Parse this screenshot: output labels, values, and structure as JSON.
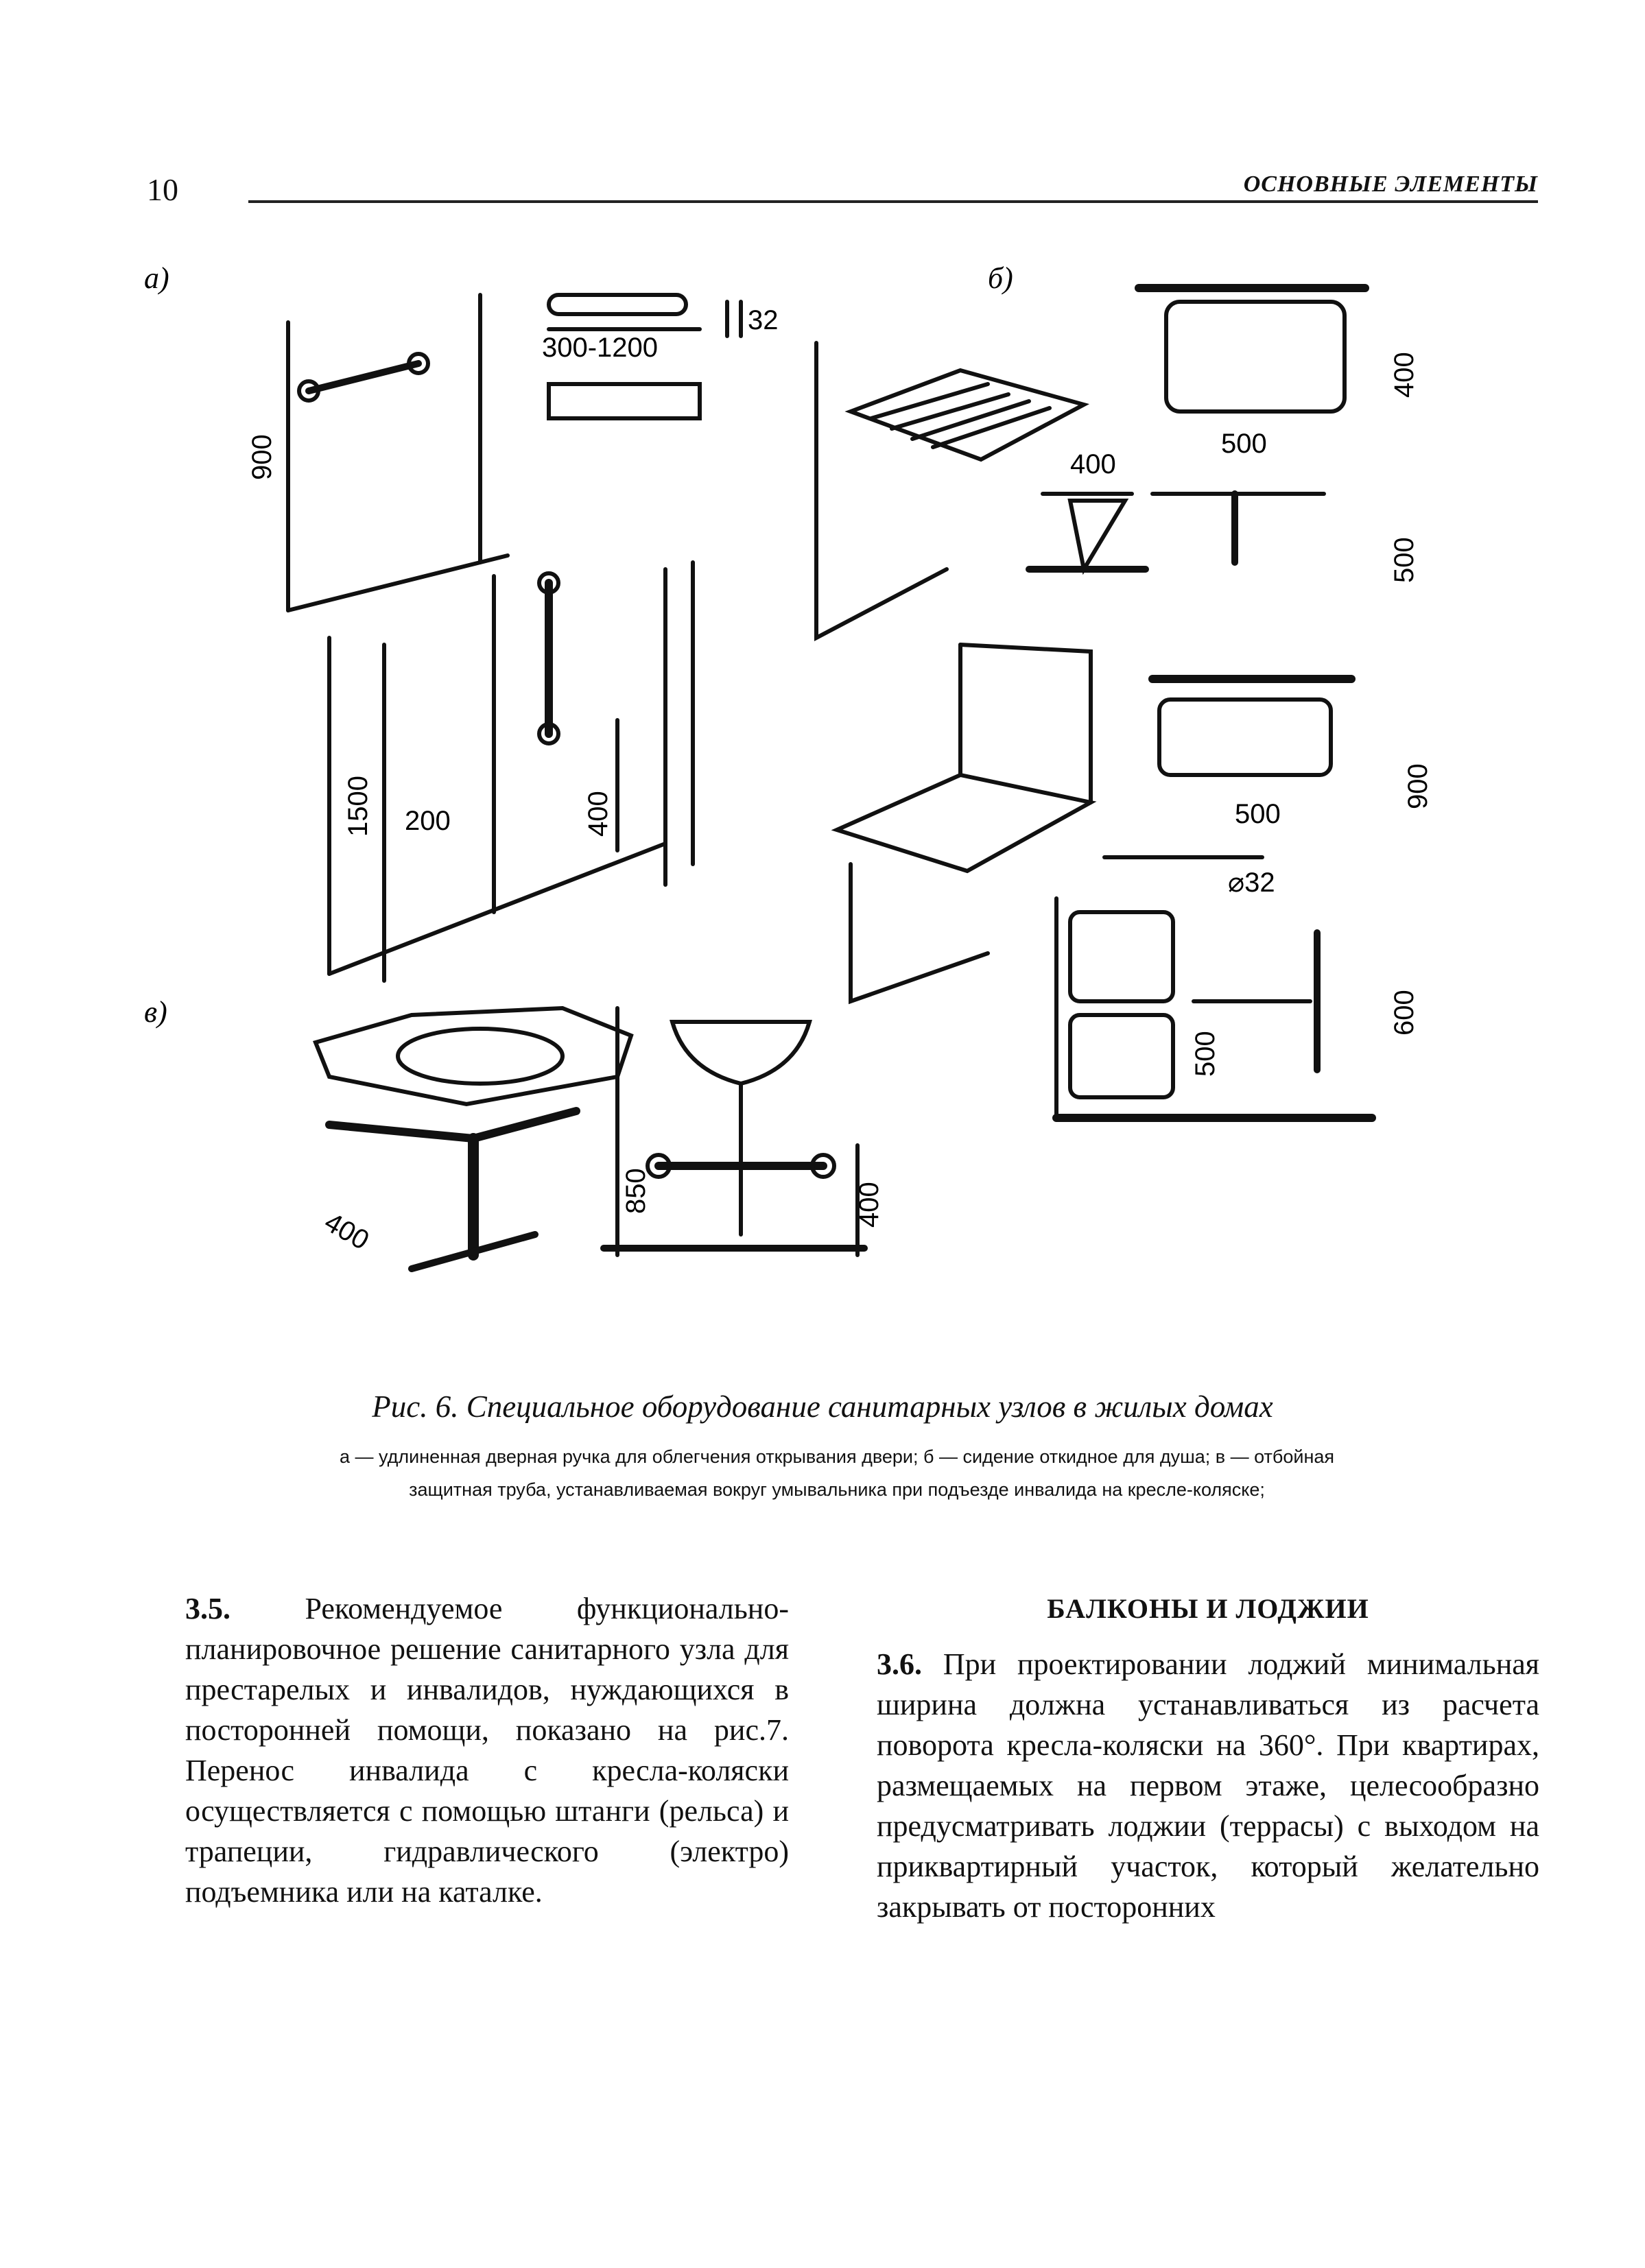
{
  "header": {
    "page_number": "10",
    "running_title": "ОСНОВНЫЕ ЭЛЕМЕНТЫ"
  },
  "figure": {
    "panel_labels": {
      "a": "а)",
      "b": "б)",
      "v": "в)"
    },
    "dimensions": {
      "a_grab_length": "300-1200",
      "a_grab_diameter": "32",
      "a_height_900": "900",
      "a_height_1500": "1500",
      "a_offset_200": "200",
      "a_height_400": "400",
      "b_depth_400": "400",
      "b_width_500_top": "500",
      "b_height_400": "400",
      "b_height_500": "500",
      "b_height_900": "900",
      "b_width_500_mid": "500",
      "b_diameter_32": "⌀32",
      "b_height_500_low": "500",
      "b_height_600": "600",
      "v_depth_400": "400",
      "v_height_850": "850",
      "v_height_400": "400"
    }
  },
  "caption": {
    "title": "Рис. 6. Специальное оборудование санитарных узлов в жилых домах",
    "body": "а — удлиненная дверная ручка для облегчения открывания двери; б — сидение откидное для душа; в — отбойная защитная труба, устанавливаемая вокруг умывальника при подъезде инвалида на кресле-коляске;"
  },
  "left_column": {
    "para_number": "3.5.",
    "text": "Рекомендуемое функционально-планировочное решение санитарного узла для престарелых и инвалидов, нуждающихся в посторонней помощи, показано на рис.7. Перенос инвалида с кресла-коляски осуществляется с помощью штанги (рельса) и трапеции, гидравлического (электро) подъемника или на каталке."
  },
  "right_column": {
    "heading": "БАЛКОНЫ И ЛОДЖИИ",
    "para_number": "3.6.",
    "text": "При проектировании лоджий минимальная ширина должна устанавливаться из расчета поворота кресла-коляски на 360°. При квартирах, размещаемых на первом этаже, целесообразно предусматривать лоджии (террасы) с выходом на приквартирный участок, который желательно закрывать от посторонних"
  }
}
